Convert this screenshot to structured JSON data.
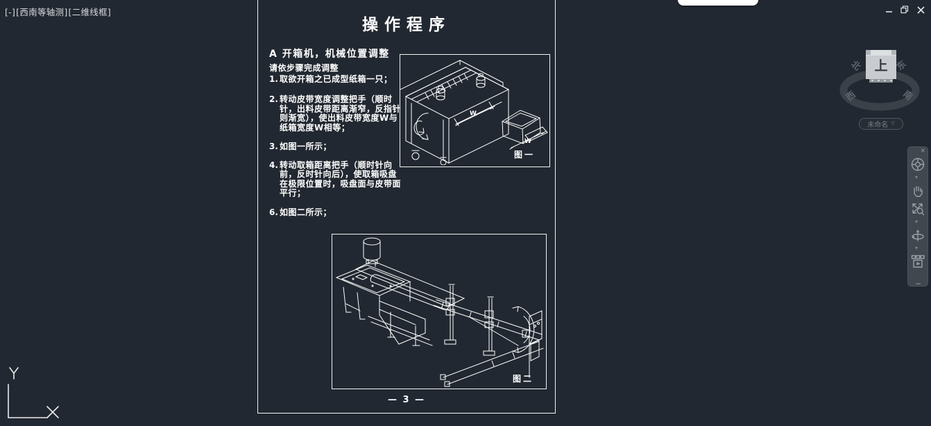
{
  "colors": {
    "canvas_bg": "#222831",
    "line": "#ffffff",
    "ui_icon_gray": "#9aa0a6",
    "compass_text": "#5d646c"
  },
  "viewport_controls": {
    "menu": "[-]",
    "view": "[西南等轴测]",
    "visual_style": "[二维线框]"
  },
  "window_controls": {
    "minimize": "—",
    "close": "✕"
  },
  "page": {
    "title": "操作程序",
    "section_heading": "A  开箱机，机械位置调整",
    "intro": "请依步骤完成调整",
    "steps": [
      {
        "num": "1.",
        "text": "取欲开箱之已成型纸箱一只；"
      },
      {
        "num": "2.",
        "text": "转动皮带宽度调整把手（顺时针，出料皮带距离渐窄，反指针则渐宽），使出料皮带宽度W与纸箱宽度W相等；"
      },
      {
        "num": "3.",
        "text": "如图一所示；"
      },
      {
        "num": "4.",
        "text": "转动取箱距离把手（顺时针向前，反时针向后），使取箱吸盘在极限位置时，吸盘面与皮带面平行；"
      },
      {
        "num": "6.",
        "text": "如图二所示；"
      }
    ],
    "figure1_label": "图一",
    "figure2_label": "图二",
    "dim_label_w": "W",
    "page_number": "— 3 —"
  },
  "viewcube": {
    "top_face": "上",
    "north": "北",
    "east": "东",
    "west": "西",
    "south": "南",
    "named_view": "未命名",
    "dropdown_glyph": "▽"
  },
  "navbar": {
    "close_glyph": "✕",
    "chevron_glyph": "▾"
  }
}
